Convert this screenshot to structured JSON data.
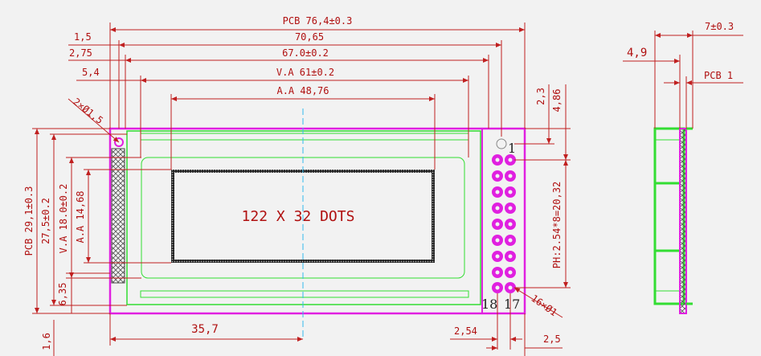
{
  "dims": {
    "pcb_width": "PCB  76,4±0.3",
    "w_70_65": "70,65",
    "w_67": "67.0±0.2",
    "va_width": "V.A  61±0.2",
    "aa_width": "A.A 48,76",
    "off_1_5": "1,5",
    "off_2_75": "2,75",
    "off_5_4": "5,4",
    "holes": "2×Ø1,5",
    "pcb_height": "PCB 29,1±0.3",
    "h_27_5": "27,5±0.2",
    "va_height": "V.A 18.0±0.2",
    "aa_height": "A.A 14,68",
    "h_6_35": "6,35",
    "h_1_6": "1,6",
    "w_35_7": "35,7",
    "d_2_3": "2,3",
    "d_4_86": "4,86",
    "pitch": "PH:2.54*8=20,32",
    "pin_holes": "16×Ø1",
    "d_2_54": "2,54",
    "d_2_5": "2,5",
    "side_7": "7±0.3",
    "side_4_9": "4,9",
    "side_pcb": "PCB 1"
  },
  "display_label": "122 X 32 DOTS",
  "pins": {
    "p1": "1",
    "p17": "17",
    "p18": "18"
  },
  "colors": {
    "dim": "#c02020",
    "pcb": "#e020e0",
    "bezel": "#33dd33",
    "pad": "#e020e0",
    "center": "#33bbee",
    "lcd": "#333333"
  }
}
